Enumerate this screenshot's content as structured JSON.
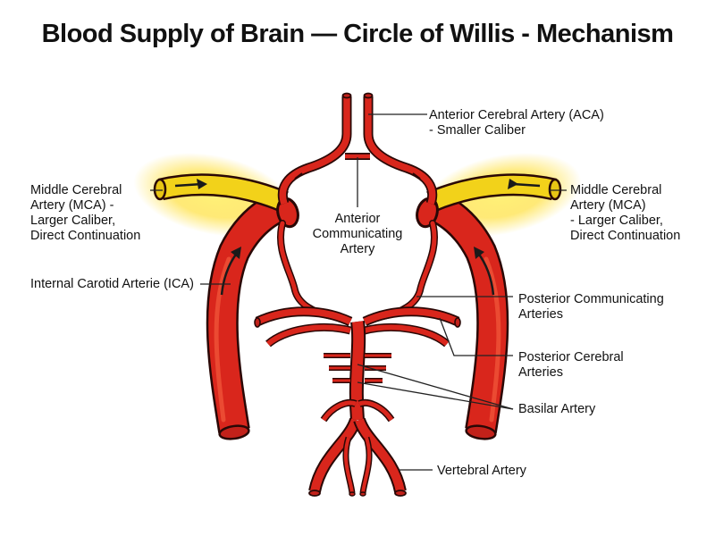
{
  "title": "Blood Supply of Brain — Circle of Willis - Mechanism",
  "colors": {
    "artery": "#d9261c",
    "artery_outline": "#2a0806",
    "artery_highlight": "#f25a3c",
    "glow": "#ffe24a",
    "mca_fill": "#f2d21a",
    "leader": "#222222",
    "text": "#111111",
    "background": "#ffffff"
  },
  "labels": {
    "aca": [
      "Anterior Cerebral Artery (ACA)",
      "- Smaller Caliber"
    ],
    "acom": [
      "Anterior",
      "Communicating",
      "Artery"
    ],
    "mca_left": [
      "Middle Cerebral",
      "Artery (MCA) -",
      "Larger Caliber,",
      "Direct Continuation"
    ],
    "mca_right": [
      "Middle Cerebral",
      "Artery (MCA)",
      "- Larger Caliber,",
      "Direct Continuation"
    ],
    "ica": [
      "Internal Carotid Arterie (ICA)"
    ],
    "pcom": [
      "Posterior Communicating",
      "Arteries"
    ],
    "pca": [
      "Posterior Cerebral",
      "Arteries"
    ],
    "basilar": [
      "Basilar Artery"
    ],
    "vertebral": [
      "Vertebral Artery"
    ]
  }
}
